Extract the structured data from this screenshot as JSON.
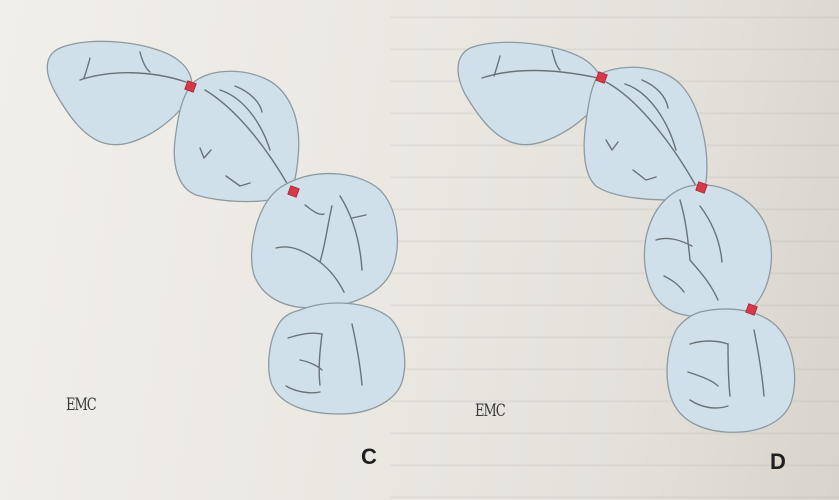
{
  "panels": [
    {
      "label": "C",
      "logo": "EMC"
    },
    {
      "label": "D",
      "logo": "EMC"
    }
  ],
  "colors": {
    "tooth_fill": "#cfe0ea",
    "tooth_outline": "#8e9aa2",
    "contact_point": "#d8394a",
    "fissure": "#6a7278"
  }
}
